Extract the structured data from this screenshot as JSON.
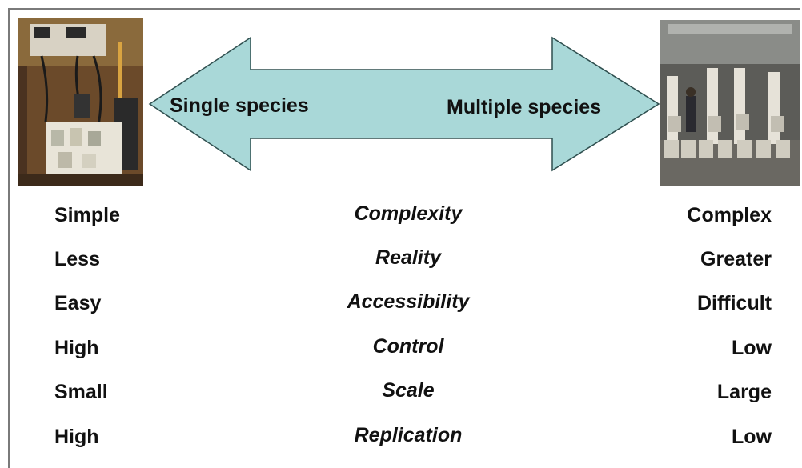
{
  "arrow": {
    "left_label": "Single species",
    "right_label": "Multiple species",
    "fill_color": "#a9d8d8",
    "stroke_color": "#2f4f4f"
  },
  "rows": [
    {
      "left": "Simple",
      "criterion": "Complexity",
      "right": "Complex"
    },
    {
      "left": "Less",
      "criterion": "Reality",
      "right": "Greater"
    },
    {
      "left": "Easy",
      "criterion": "Accessibility",
      "right": "Difficult"
    },
    {
      "left": "High",
      "criterion": "Control",
      "right": "Low"
    },
    {
      "left": "Small",
      "criterion": "Scale",
      "right": "Large"
    },
    {
      "left": "High",
      "criterion": "Replication",
      "right": "Low"
    }
  ]
}
